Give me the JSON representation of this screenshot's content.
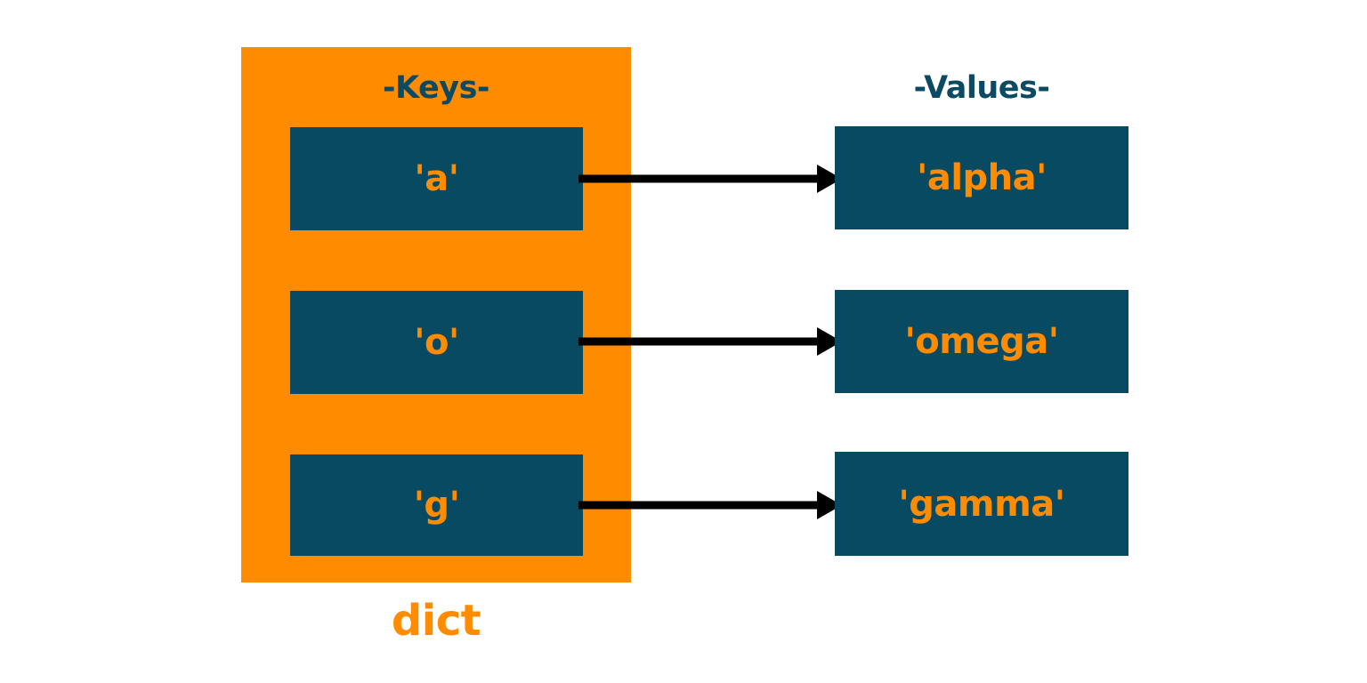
{
  "diagram": {
    "type": "dictionary-key-value-mapping",
    "container_label": "dict",
    "columns": {
      "keys_header": "-Keys-",
      "values_header": "-Values-"
    },
    "pairs": [
      {
        "key": "'a'",
        "value": "'alpha'",
        "arrow": "arrow-right-icon"
      },
      {
        "key": "'o'",
        "value": "'omega'",
        "arrow": "arrow-right-icon"
      },
      {
        "key": "'g'",
        "value": "'gamma'",
        "arrow": "arrow-right-icon"
      }
    ],
    "colors": {
      "background": "#ffffff",
      "container": "#ff8c00",
      "box": "#094a63",
      "box_text": "#ff8c00",
      "header_text": "#0b4a63",
      "arrow": "#000000",
      "dict_label": "#ff8c00"
    }
  }
}
